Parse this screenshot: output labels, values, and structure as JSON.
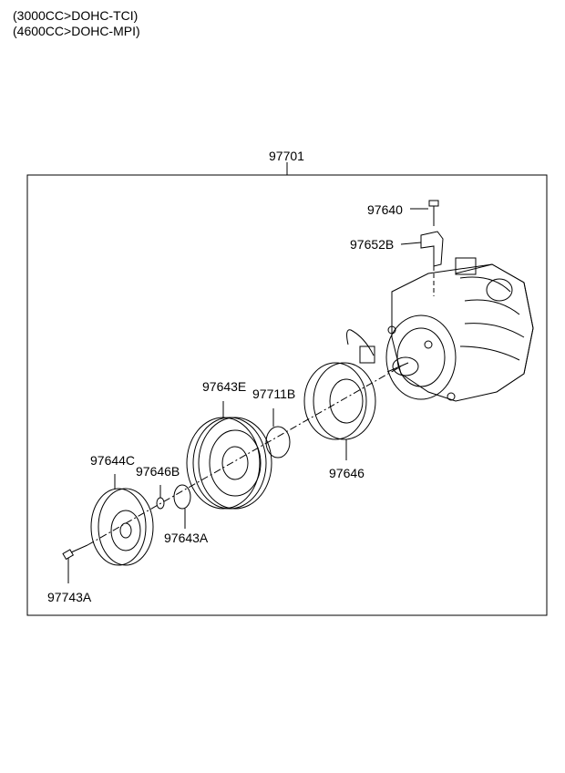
{
  "header": {
    "lines": [
      "(3000CC>DOHC-TCI)",
      "(4600CC>DOHC-MPI)"
    ]
  },
  "assembly": {
    "number": "97701",
    "parts": {
      "bolt_top": "97640",
      "bracket": "97652B",
      "pulley": "97643E",
      "snap_ring": "97711B",
      "field_coil": "97646",
      "clutch_hub": "97644C",
      "washer": "97646B",
      "shim": "97643A",
      "bolt_hub": "97743A"
    }
  }
}
